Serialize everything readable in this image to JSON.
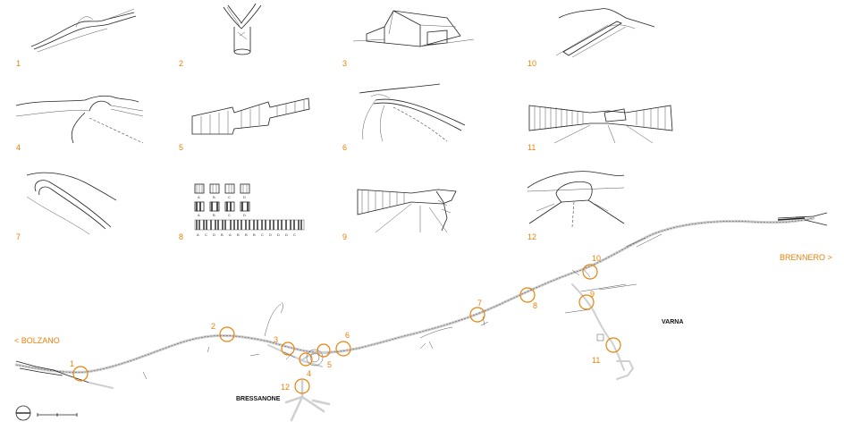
{
  "sketches": [
    {
      "id": "1",
      "label": "1"
    },
    {
      "id": "2",
      "label": "2"
    },
    {
      "id": "3",
      "label": "3"
    },
    {
      "id": "4",
      "label": "4"
    },
    {
      "id": "5",
      "label": "5"
    },
    {
      "id": "6",
      "label": "6"
    },
    {
      "id": "7",
      "label": "7"
    },
    {
      "id": "8",
      "label": "8"
    },
    {
      "id": "9",
      "label": "9"
    },
    {
      "id": "10",
      "label": "10"
    },
    {
      "id": "11",
      "label": "11"
    },
    {
      "id": "12",
      "label": "12"
    }
  ],
  "sketch8_letters": {
    "row1": [
      "A",
      "B",
      "C",
      "D"
    ],
    "row2": [
      "A",
      "B",
      "C",
      "D"
    ],
    "row3": [
      "A",
      "C",
      "D",
      "B",
      "A",
      "B",
      "B",
      "B",
      "C",
      "D",
      "D",
      "D",
      "C"
    ]
  },
  "map": {
    "left_direction": "< BOLZANO",
    "right_direction": "BRENNERO >",
    "town_1": "BRESSANONE",
    "town_2": "VARNA",
    "markers": [
      "1",
      "2",
      "3",
      "4",
      "5",
      "6",
      "7",
      "8",
      "9",
      "10",
      "11",
      "12"
    ]
  },
  "colors": {
    "accent": "#e8820c",
    "line": "#222222",
    "road": "#cfcfcf"
  }
}
